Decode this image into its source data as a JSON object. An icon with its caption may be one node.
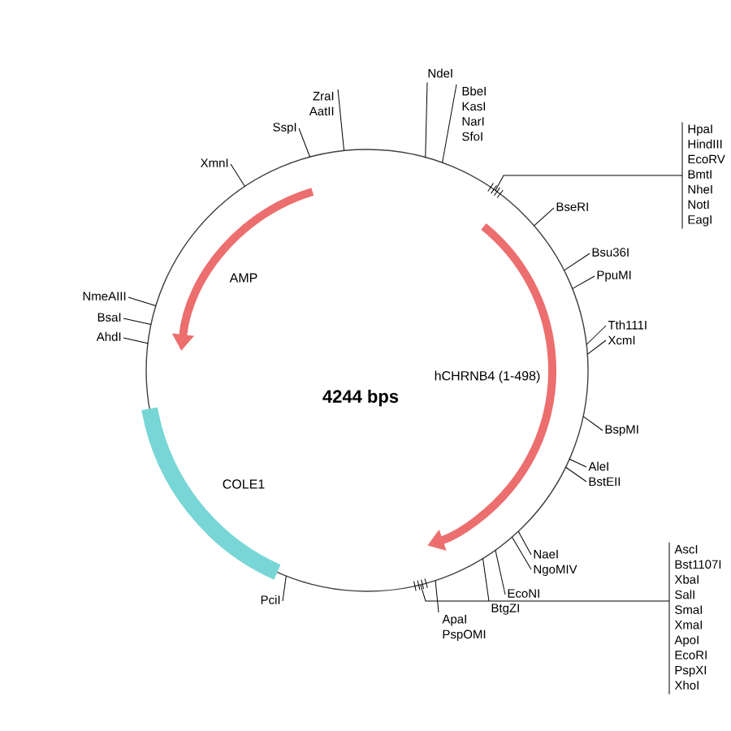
{
  "diagram": {
    "nodes": [
      {
        "text": [
          "ZraI",
          "AatII"
        ]
      },
      {
        "text": [
          "NdeI"
        ]
      },
      {
        "text": [
          "BbeI",
          "KasI",
          "NarI",
          "SfoI"
        ]
      },
      {
        "text": [
          "SspI"
        ]
      },
      {
        "text": [
          "XmnI"
        ]
      },
      {
        "text": [
          "HpaI",
          "HindIII",
          "EcoRV",
          "BmtI",
          "NheI",
          "NotI",
          "EagI"
        ]
      },
      {
        "text": [
          "BseRI"
        ]
      },
      {
        "text": [
          "Bsu36I"
        ]
      },
      {
        "text": [
          "PpuMI"
        ]
      },
      {
        "text": [
          "Tth111I",
          "XcmI"
        ]
      },
      {
        "text": [
          "NmeAIII"
        ]
      },
      {
        "text": [
          "BsaI"
        ]
      },
      {
        "text": [
          "AhdI"
        ]
      },
      {
        "text": [
          "BspMI"
        ]
      },
      {
        "text": [
          "AleI",
          "BstEII"
        ]
      },
      {
        "text": [
          "NaeI",
          "NgoMIV"
        ]
      },
      {
        "text": [
          "EcoNI"
        ]
      },
      {
        "text": [
          "BtgZI"
        ]
      },
      {
        "text": [
          "AscI",
          "Bst1107I",
          "XbaI",
          "SalI",
          "SmaI",
          "XmaI",
          "ApoI",
          "EcoRI",
          "PspXI",
          "XhoI"
        ]
      },
      {
        "text": [
          "PciI"
        ]
      },
      {
        "text": [
          "ApaI",
          "PspOMI"
        ]
      }
    ],
    "edges": [
      {
        "from": 0,
        "to": null,
        "arrow": "none"
      },
      {
        "from": 1,
        "to": null,
        "arrow": "none"
      },
      {
        "from": 2,
        "to": null,
        "arrow": "none"
      },
      {
        "from": 3,
        "to": null,
        "arrow": "none"
      },
      {
        "from": 4,
        "to": null,
        "arrow": "none"
      },
      {
        "from": 5,
        "to": null,
        "arrow": "none"
      },
      {
        "from": 6,
        "to": null,
        "arrow": "none"
      },
      {
        "from": 7,
        "to": null,
        "arrow": "none"
      },
      {
        "from": 8,
        "to": null,
        "arrow": "none"
      },
      {
        "from": 9,
        "to": null,
        "arrow": "none"
      },
      {
        "from": 9,
        "to": null,
        "arrow": "none"
      },
      {
        "from": 10,
        "to": null,
        "arrow": "none"
      },
      {
        "from": 11,
        "to": null,
        "arrow": "none"
      },
      {
        "from": 12,
        "to": null,
        "arrow": "none"
      },
      {
        "from": 13,
        "to": null,
        "arrow": "none"
      },
      {
        "from": 14,
        "to": null,
        "arrow": "none"
      },
      {
        "from": 14,
        "to": null,
        "arrow": "none"
      },
      {
        "from": 15,
        "to": null,
        "arrow": "none"
      },
      {
        "from": 15,
        "to": null,
        "arrow": "none"
      },
      {
        "from": 16,
        "to": null,
        "arrow": "none"
      },
      {
        "from": 17,
        "to": null,
        "arrow": "none"
      },
      {
        "from": 18,
        "to": null,
        "arrow": "none"
      },
      {
        "from": 19,
        "to": null,
        "arrow": "none"
      },
      {
        "from": 20,
        "to": null,
        "arrow": "none"
      }
    ],
    "labels": [
      "AMP",
      "hCHRNB4 (1-498)",
      "COLE1",
      "4244 bps"
    ]
  }
}
